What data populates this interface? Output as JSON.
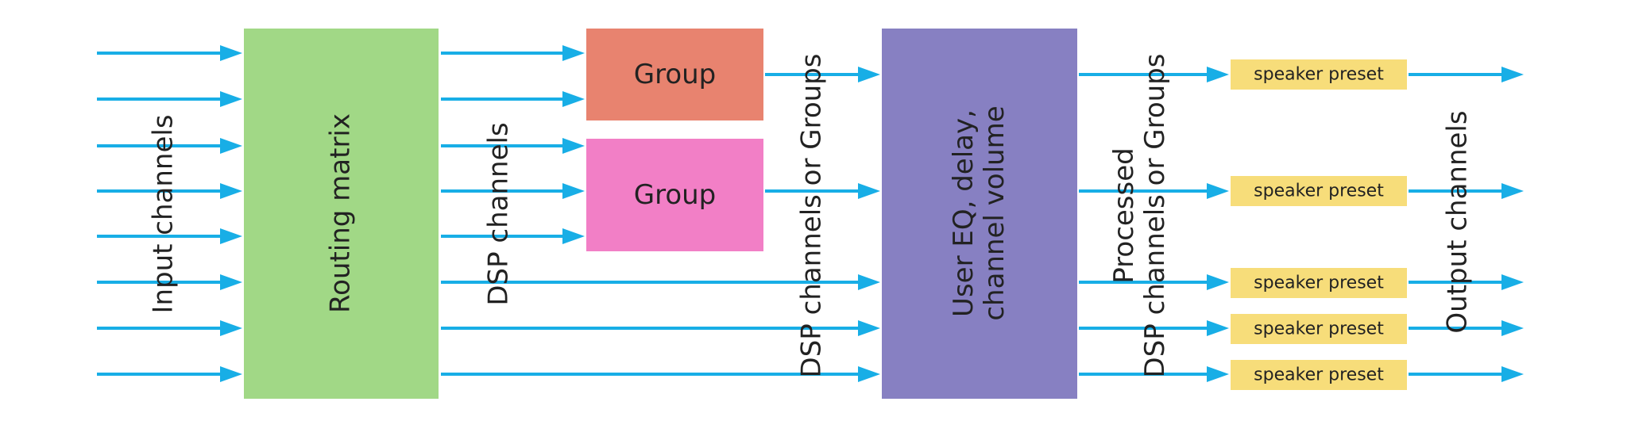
{
  "colors": {
    "arrow": "#18aee6",
    "arrow_faded": "#b5e4f6",
    "routing_matrix": "#a1d886",
    "group_1": "#e8836f",
    "group_2": "#f27fc6",
    "user_eq": "#8780c2",
    "speaker_preset": "#f7dd7a"
  },
  "labels": {
    "input_channels": "Input channels",
    "routing_matrix": "Routing matrix",
    "dsp_channels": "DSP channels",
    "group_1": "Group",
    "group_2": "Group",
    "dsp_channels_or_groups": "DSP channels or Groups",
    "user_eq_line1": "User EQ, delay,",
    "user_eq_line2": "channel volume",
    "processed_line1": "Processed",
    "processed_line2": "DSP channels or Groups",
    "speaker_preset": "speaker preset",
    "output_channels": "Output channels"
  },
  "speaker_presets": [
    "speaker preset",
    "speaker preset",
    "speaker preset",
    "speaker preset",
    "speaker preset"
  ]
}
